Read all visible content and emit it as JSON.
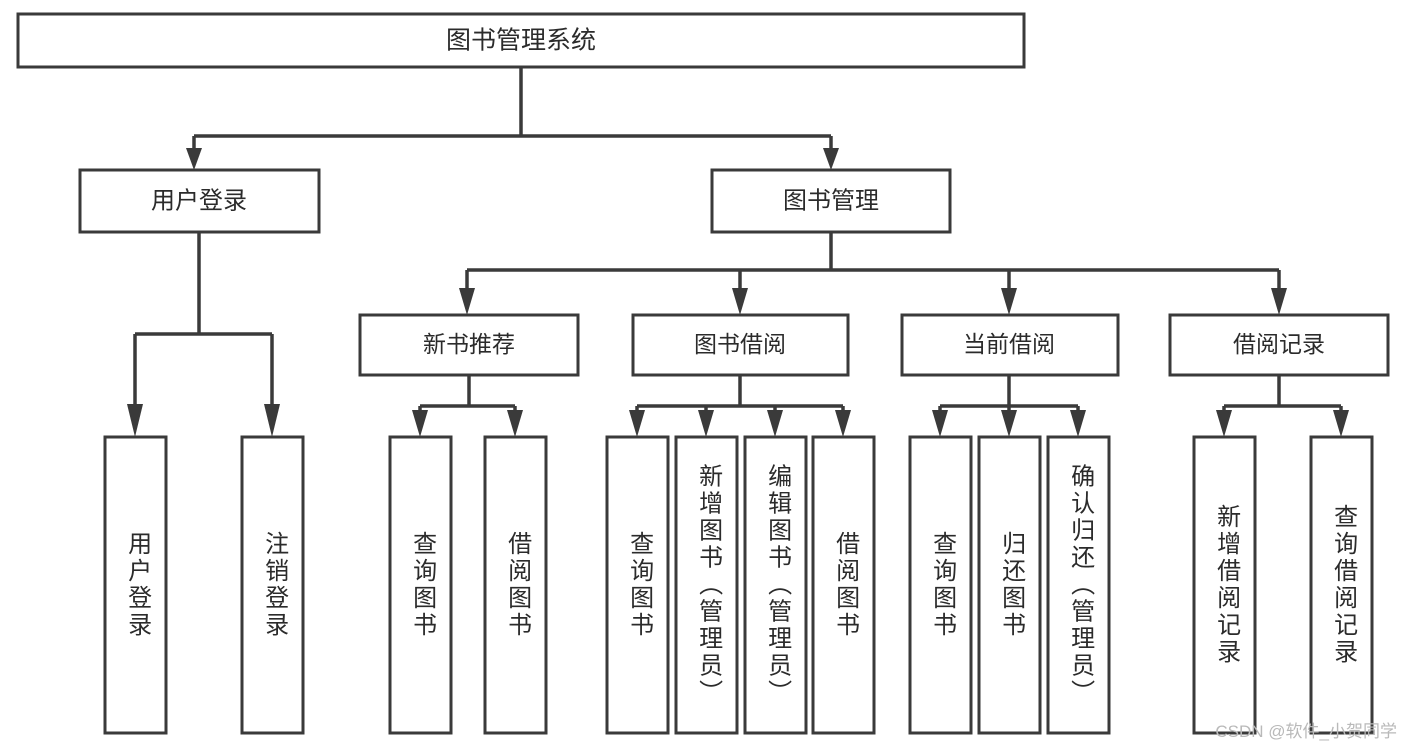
{
  "diagram": {
    "type": "tree",
    "title": "图书管理系统",
    "orientation": "top-down",
    "colors": {
      "background": "#ffffff",
      "box_fill": "#ffffff",
      "box_stroke": "#3a3a3a",
      "connector": "#3a3a3a",
      "text": "#2b2b2b",
      "watermark": "#b9b9b9"
    },
    "nodes": {
      "root": {
        "label": "图书管理系统",
        "level": 0
      },
      "level1": [
        {
          "id": "user-login",
          "label": "用户登录"
        },
        {
          "id": "book-manage",
          "label": "图书管理"
        }
      ],
      "level2": [
        {
          "id": "new-book-recommend",
          "label": "新书推荐",
          "parent": "book-manage"
        },
        {
          "id": "book-borrow",
          "label": "图书借阅",
          "parent": "book-manage"
        },
        {
          "id": "current-borrow",
          "label": "当前借阅",
          "parent": "book-manage"
        },
        {
          "id": "borrow-record",
          "label": "借阅记录",
          "parent": "book-manage"
        }
      ],
      "level3": [
        {
          "id": "leaf-user-login",
          "label": "用户登录",
          "parent": "user-login"
        },
        {
          "id": "leaf-user-logout",
          "label": "注销登录",
          "parent": "user-login"
        },
        {
          "id": "leaf-query-book-1",
          "label": "查询图书",
          "parent": "new-book-recommend"
        },
        {
          "id": "leaf-borrow-book-1",
          "label": "借阅图书",
          "parent": "new-book-recommend"
        },
        {
          "id": "leaf-query-book-2",
          "label": "查询图书",
          "parent": "book-borrow"
        },
        {
          "id": "leaf-add-book",
          "label": "新增图书（管理员）",
          "parent": "book-borrow"
        },
        {
          "id": "leaf-edit-book",
          "label": "编辑图书（管理员）",
          "parent": "book-borrow"
        },
        {
          "id": "leaf-borrow-book-2",
          "label": "借阅图书",
          "parent": "book-borrow"
        },
        {
          "id": "leaf-query-book-3",
          "label": "查询图书",
          "parent": "current-borrow"
        },
        {
          "id": "leaf-return-book",
          "label": "归还图书",
          "parent": "current-borrow"
        },
        {
          "id": "leaf-confirm-return",
          "label": "确认归还（管理员）",
          "parent": "current-borrow"
        },
        {
          "id": "leaf-add-record",
          "label": "新增借阅记录",
          "parent": "borrow-record"
        },
        {
          "id": "leaf-query-record",
          "label": "查询借阅记录",
          "parent": "borrow-record"
        }
      ]
    },
    "watermark": "CSDN @软件_小贺同学"
  }
}
